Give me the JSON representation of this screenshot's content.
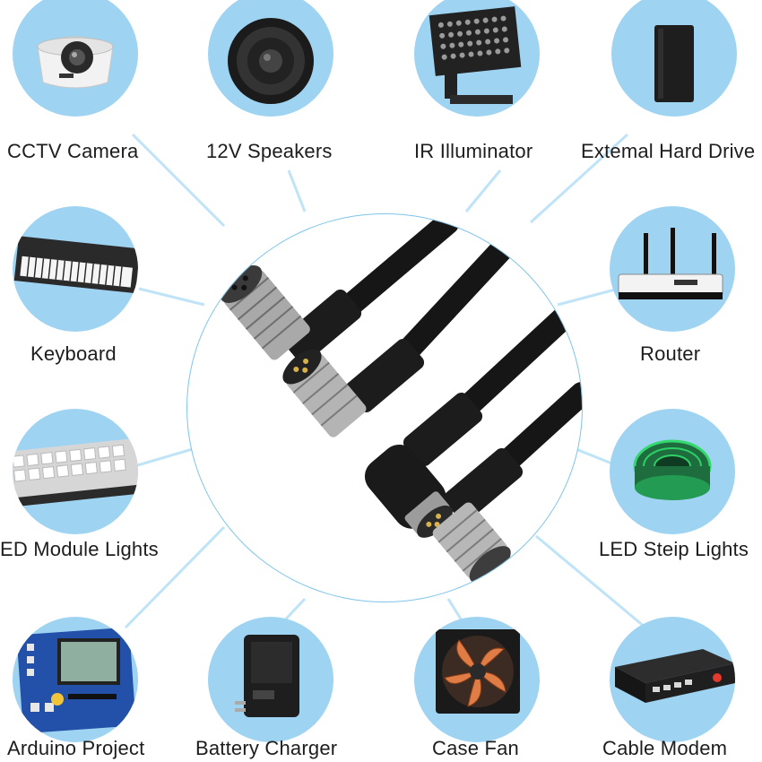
{
  "colors": {
    "bubble_fill": "#9fd3f2",
    "connector_line": "#bfe3f7",
    "center_border": "#7fc4ea",
    "label_text": "#1d1d1d",
    "cable": "#161616"
  },
  "applications": [
    {
      "label": "CCTV Camera",
      "icon": "cctv-dome-camera-icon"
    },
    {
      "label": "12V Speakers",
      "icon": "speaker-icon"
    },
    {
      "label": "IR Illuminator",
      "icon": "ir-illuminator-icon"
    },
    {
      "label": "Extemal Hard Drive",
      "icon": "external-hard-drive-icon"
    },
    {
      "label": "Keyboard",
      "icon": "keyboard-icon"
    },
    {
      "label": "Router",
      "icon": "router-icon"
    },
    {
      "label": "ED Module Lights",
      "icon": "led-module-icon"
    },
    {
      "label": "LED Steip Lights",
      "icon": "led-strip-reel-icon"
    },
    {
      "label": "Arduino Project",
      "icon": "arduino-board-icon"
    },
    {
      "label": "Battery Charger",
      "icon": "battery-charger-icon"
    },
    {
      "label": "Case Fan",
      "icon": "case-fan-icon"
    },
    {
      "label": "Cable Modem",
      "icon": "cable-modem-icon"
    }
  ],
  "center_product": {
    "icon": "m8-connector-cables-icon"
  }
}
